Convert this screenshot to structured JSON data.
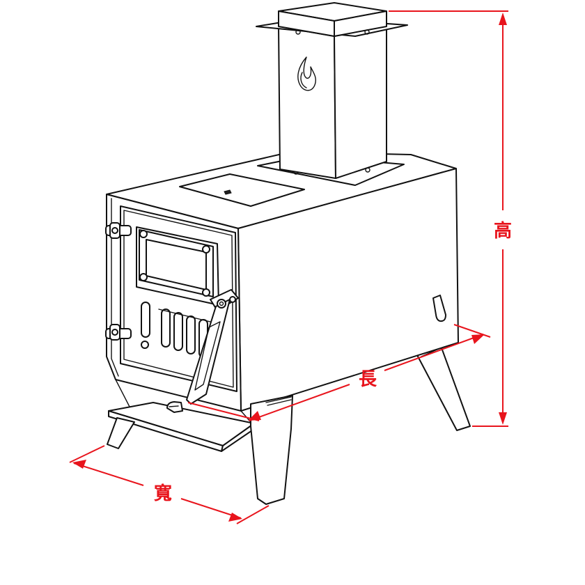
{
  "dimensions": {
    "height_label": "高",
    "length_label": "長",
    "width_label": "寬"
  },
  "colors": {
    "dimension": "#e8141c",
    "outline": "#111111",
    "background": "#ffffff"
  },
  "icons": {
    "chimney_emblem": "flame-icon"
  }
}
